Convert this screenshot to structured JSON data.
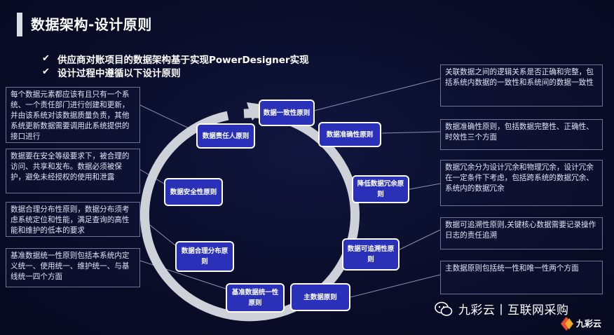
{
  "header": {
    "title": "数据架构-设计原则"
  },
  "bullets": [
    "供应商对账项目的数据架构基于实现PowerDesigner实现",
    "设计过程中遵循以下设计原则"
  ],
  "principles": [
    "数据一致性原则",
    "数据准确性原则",
    "降低数据冗余原则",
    "数据可追溯性原则",
    "主数据原则",
    "基准数据统一性原则",
    "数据合理分布原则",
    "数据安全性原则",
    "数据责任人原则"
  ],
  "notes": {
    "left": [
      "每个数据元素都应该有且只有一个系统、一个责任部门进行创建和更新，并由该系统对该数据质量负责，其他系统更新数据需要调用此系统提供的接口进行",
      "数据要在安全等级要求下，被合理的访问、共享和发布。数据必须被保护，避免未经授权的使用和泄露",
      "数据合理分布性原则，数据分布须考虑系统定位和性能，满足查询的高性能和维护的低本的要求",
      "基准数据统一性原则包括本系统内定义统一、使用统一、维护统一、与基线统一四个方面"
    ],
    "right": [
      "关联数据之间的逻辑关系是否正确和完整，包括系统内数据的一致性和系统间的数据一致性",
      "数据准确性原则，包括数据完整性、正确性、时效性三个方面",
      "数据冗余分为设计冗余和物理冗余，设计冗余在一定条件下考虑，包括跨系统的数据冗余、系统内的数据冗余",
      "数据可追溯性原则,关键核心数据需要记录操作日志的责任追溯",
      "主数据原则包括统一性和唯一性两个方面"
    ]
  },
  "footer": {
    "brand": "九彩云丨互联网采购",
    "logo_text": "九彩云"
  },
  "colors": {
    "node_fill": "#2a31b8",
    "ring": "#cfd1d8",
    "background": "#0a0d28"
  }
}
